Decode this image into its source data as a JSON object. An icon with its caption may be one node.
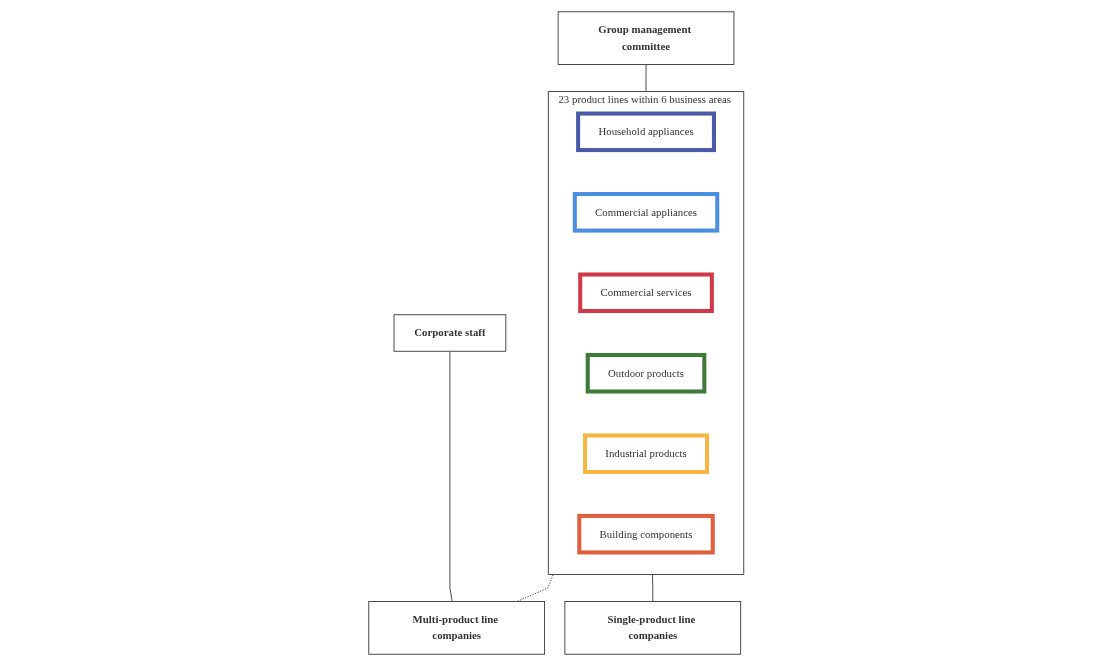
{
  "diagram": {
    "nodes": [
      {
        "text": [
          "Group management committee"
        ]
      },
      {
        "text": [
          "Corporate staff"
        ]
      },
      {
        "text": [
          "23 product lines within 6 business areas"
        ]
      },
      {
        "text": [
          "Household appliances"
        ],
        "in": 2
      },
      {
        "text": [
          "Commercial appliances"
        ],
        "in": 2
      },
      {
        "text": [
          "Commercial services"
        ],
        "in": 2
      },
      {
        "text": [
          "Outdoor products"
        ],
        "in": 2
      },
      {
        "text": [
          "Industrial products"
        ],
        "in": 2
      },
      {
        "text": [
          "Building components"
        ],
        "in": 2
      },
      {
        "text": [
          "Multi-product line companies"
        ]
      },
      {
        "text": [
          "Single-product line companies"
        ]
      }
    ],
    "edges": [
      {
        "from": 0,
        "to": 2,
        "arrow": "none"
      },
      {
        "from": 1,
        "to": 9,
        "arrow": "none"
      },
      {
        "from": 2,
        "to": 9,
        "arrow": "none",
        "style": "dashed"
      },
      {
        "from": 2,
        "to": 10,
        "arrow": "none"
      }
    ]
  }
}
